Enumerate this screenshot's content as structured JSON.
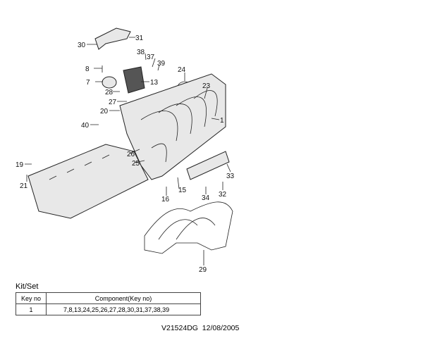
{
  "diagram": {
    "callouts": [
      "1",
      "7",
      "8",
      "13",
      "15",
      "16",
      "19",
      "20",
      "21",
      "23",
      "24",
      "25",
      "26",
      "27",
      "28",
      "29",
      "30",
      "31",
      "32",
      "33",
      "34",
      "37",
      "38",
      "39",
      "40"
    ]
  },
  "kit": {
    "title": "Kit/Set",
    "headers": [
      "Key no",
      "Component(Key no)"
    ],
    "rows": [
      {
        "key": "1",
        "components": "7,8,13,24,25,26,27,28,30,31,37,38,39"
      }
    ]
  },
  "footer": {
    "code": "V21524DG",
    "date": "12/08/2005"
  }
}
